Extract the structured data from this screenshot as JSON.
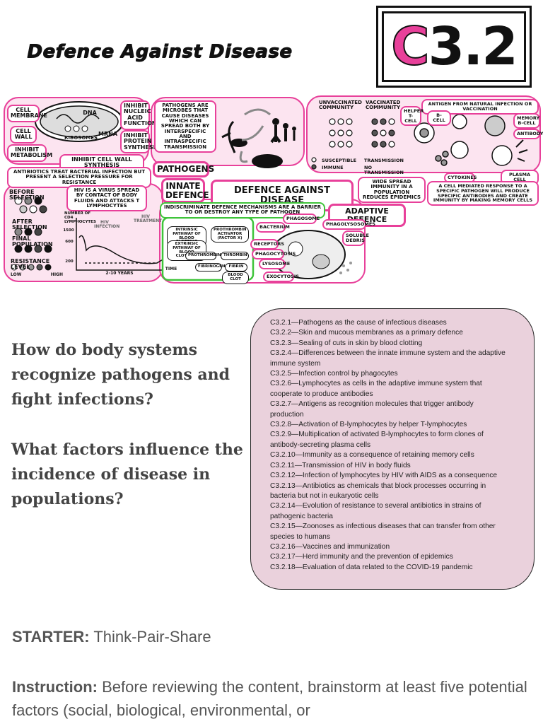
{
  "header": {
    "title": "Defence Against Disease",
    "badge_letter": "C",
    "badge_number": "3.2"
  },
  "mindmap": {
    "labels": [
      "Cell Membrane",
      "Cell Wall",
      "Inhibit Metabolism",
      "DNA",
      "Ribosomes",
      "mRNA",
      "Inhibit Nucleic Acid Function",
      "Inhibit Protein Synthesis",
      "Inhibit Cell Wall Synthesis",
      "Antibiotics treat bacterial infection but present a selection pressure for resistance",
      "Pathogens are microbes that cause diseases which can spread both by interspecific and intraspecific transmission",
      "Pathogens",
      "Innate Defence",
      "Defence Against Disease",
      "Unvaccinated Community",
      "Vaccinated Community",
      "Susceptible",
      "Immune",
      "Transmission",
      "No Transmission",
      "Wide spread immunity in a population reduces epidemics",
      "Antigen from natural infection or vaccination",
      "Helper T-Cell",
      "B-Cell",
      "Memory B-Cell",
      "Antibody",
      "Cytokines",
      "Plasma Cell",
      "A cell mediated response to a specific pathogen will produce specific antibodies and create immunity by making memory cells",
      "Adaptive Defence",
      "Before Selection",
      "After Selection",
      "Final Population",
      "Resistance Level",
      "Low",
      "High",
      "HIV is a virus spread by contact of body fluids and attacks T lymphocytes",
      "Number of CD4 Lymphocytes",
      "HIV Infection",
      "HIV Treatment",
      "2-10 Years",
      "Time",
      "Indiscriminate defence mechanisms are a barrier to or destroy any type of pathogen",
      "Intrinsic pathway of blood clotting",
      "Extrinsic pathway of blood clotting",
      "Prothrombin Activator (Factor X)",
      "Prothrombin",
      "Thrombin",
      "Fibrinogen",
      "Fibrin",
      "Blood Clot",
      "Phagosome",
      "Phagolysosomes",
      "Bacterium",
      "Receptors",
      "Phagocytosis",
      "Lysosome",
      "Exocytosis",
      "Soluble Debris"
    ],
    "y_ticks": [
      "1500",
      "600",
      "200"
    ]
  },
  "questions": [
    "How do body systems recognize pathogens and fight infections?",
    "What factors influence the incidence of disease in populations?"
  ],
  "standards": [
    "C3.2.1—Pathogens as the cause of infectious diseases",
    "C3.2.2—Skin and mucous membranes as a primary defence",
    "C3.2.3—Sealing of cuts in skin by blood clotting",
    "C3.2.4—Differences between the innate immune system and the adaptive",
    "immune system",
    "C3.2.5—Infection control by phagocytes",
    "C3.2.6—Lymphocytes as cells in the adaptive immune system that",
    "cooperate to produce antibodies",
    "C3.2.7—Antigens as recognition molecules that trigger antibody",
    "production",
    "C3.2.8—Activation of B-lymphocytes by helper T-lymphocytes",
    "C3.2.9—Multiplication of activated B-lymphocytes to form clones of",
    "antibody-secreting plasma cells",
    "C3.2.10—Immunity as a consequence of retaining memory cells",
    "C3.2.11—Transmission of HIV in body fluids",
    "C3.2.12—Infection of lymphocytes by HIV with AIDS as a consequence",
    "C3.2.13—Antibiotics as chemicals that block processes occurring in",
    "bacteria but not in eukaryotic cells",
    "C3.2.14—Evolution of resistance to several antibiotics in strains of",
    "pathogenic bacteria",
    "C3.2.15—Zoonoses as infectious diseases that can transfer from other",
    "species to humans",
    "C3.2.16—Vaccines and immunization",
    "C3.2.17—Herd immunity and the prevention of epidemics",
    "C3.2.18—Evaluation of data related to the COVID-19 pandemic"
  ],
  "starter": {
    "label": "STARTER:",
    "text": "Think-Pair-Share"
  },
  "instruction": {
    "label": "Instruction:",
    "text": "Before reviewing the content, brainstorm at least five potential factors (social, biological, environmental, or"
  },
  "colors": {
    "accent_pink": "#e8409a",
    "accent_green": "#3fc43a",
    "standards_bg": "#ead1dc"
  }
}
